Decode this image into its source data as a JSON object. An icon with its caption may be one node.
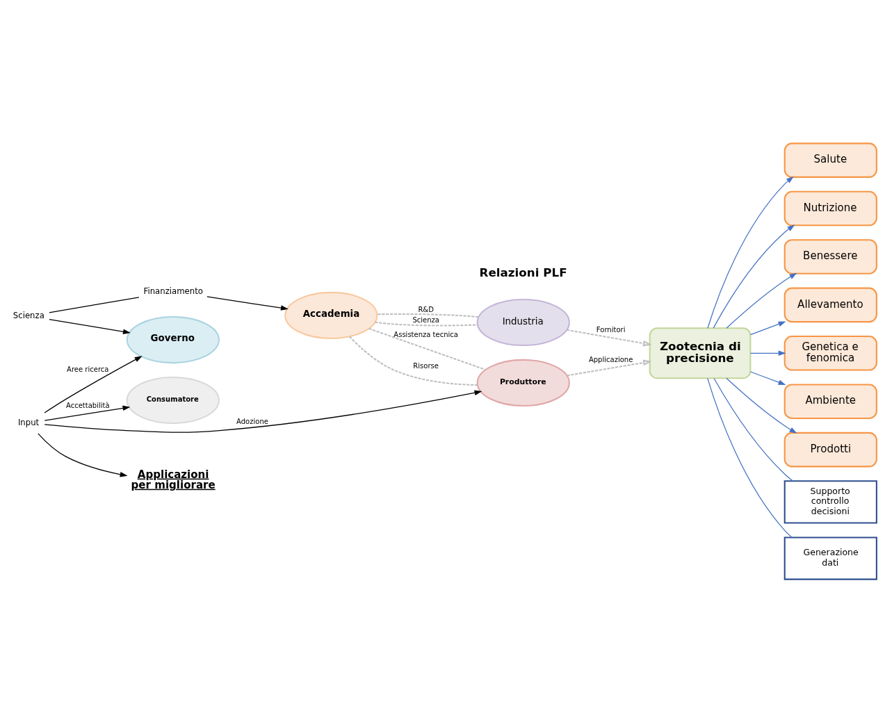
{
  "diagram": {
    "nodes": [
      {
        "text": [
          "Input"
        ]
      },
      {
        "text": [
          "Applicazioni per migliorare"
        ]
      },
      {
        "text": [
          "Scienza"
        ]
      },
      {
        "text": [
          "Governo"
        ]
      },
      {
        "text": [
          "Finanziamento"
        ]
      },
      {
        "text": [
          "Accademia"
        ]
      },
      {
        "text": [
          "Consumatore"
        ]
      },
      {
        "text": [
          "Produttore"
        ]
      },
      {
        "text": [
          "Industria"
        ]
      },
      {
        "text": [
          "Zootecnia di precisione"
        ]
      },
      {
        "text": [
          "Salute"
        ]
      },
      {
        "text": [
          "Nutrizione"
        ]
      },
      {
        "text": [
          "Benessere"
        ]
      },
      {
        "text": [
          "Allevamento"
        ]
      },
      {
        "text": [
          "Genetica e fenomica"
        ]
      },
      {
        "text": [
          "Ambiente"
        ]
      },
      {
        "text": [
          "Prodotti"
        ]
      },
      {
        "text": [
          "Supporto controllo decisioni"
        ]
      },
      {
        "text": [
          "Generazione dati"
        ]
      }
    ],
    "edges": [
      {
        "from": 0,
        "to": 1,
        "arrow": "to",
        "color": "#000000"
      },
      {
        "from": 0,
        "to": 3,
        "arrow": "to",
        "label": "Aree ricerca",
        "color": "#000000"
      },
      {
        "from": 0,
        "to": 7,
        "arrow": "to",
        "label": "Adozione",
        "color": "#000000"
      },
      {
        "from": 0,
        "to": 6,
        "arrow": "to",
        "label": "Accettabilità",
        "color": "#000000"
      },
      {
        "from": 2,
        "to": 3,
        "arrow": "to",
        "color": "#000000"
      },
      {
        "from": 2,
        "to": 4,
        "arrow": "none",
        "color": "#000000"
      },
      {
        "from": 4,
        "to": 5,
        "arrow": "to",
        "color": "#000000"
      },
      {
        "from": 5,
        "to": 7,
        "arrow": "none",
        "label": "Assistenza tecnica",
        "style": "dashed",
        "color": "#bfbfbf"
      },
      {
        "from": 7,
        "to": 5,
        "arrow": "none",
        "label": "Risorse",
        "style": "dashed",
        "color": "#bfbfbf"
      },
      {
        "from": 5,
        "to": 8,
        "arrow": "none",
        "label": "Scienza",
        "style": "dashed",
        "color": "#bfbfbf"
      },
      {
        "from": 8,
        "to": 5,
        "arrow": "none",
        "label": "R&D",
        "style": "dashed",
        "color": "#bfbfbf"
      },
      {
        "from": 8,
        "to": 9,
        "arrow": "to",
        "label": "Fornitori",
        "style": "dashed",
        "color": "#bfbfbf"
      },
      {
        "from": 7,
        "to": 9,
        "arrow": "to",
        "label": "Applicazione",
        "style": "dashed",
        "color": "#bfbfbf"
      },
      {
        "from": 9,
        "to": 10,
        "arrow": "to"
      },
      {
        "from": 9,
        "to": 11,
        "arrow": "to"
      },
      {
        "from": 9,
        "to": 12,
        "arrow": "to"
      },
      {
        "from": 9,
        "to": 13,
        "arrow": "to"
      },
      {
        "from": 9,
        "to": 14,
        "arrow": "to"
      },
      {
        "from": 9,
        "to": 15,
        "arrow": "to"
      },
      {
        "from": 9,
        "to": 16,
        "arrow": "to"
      },
      {
        "from": 9,
        "to": 17,
        "arrow": "none"
      },
      {
        "from": 9,
        "to": 18,
        "arrow": "none"
      }
    ],
    "labels": [
      "Relazioni PLF"
    ]
  }
}
